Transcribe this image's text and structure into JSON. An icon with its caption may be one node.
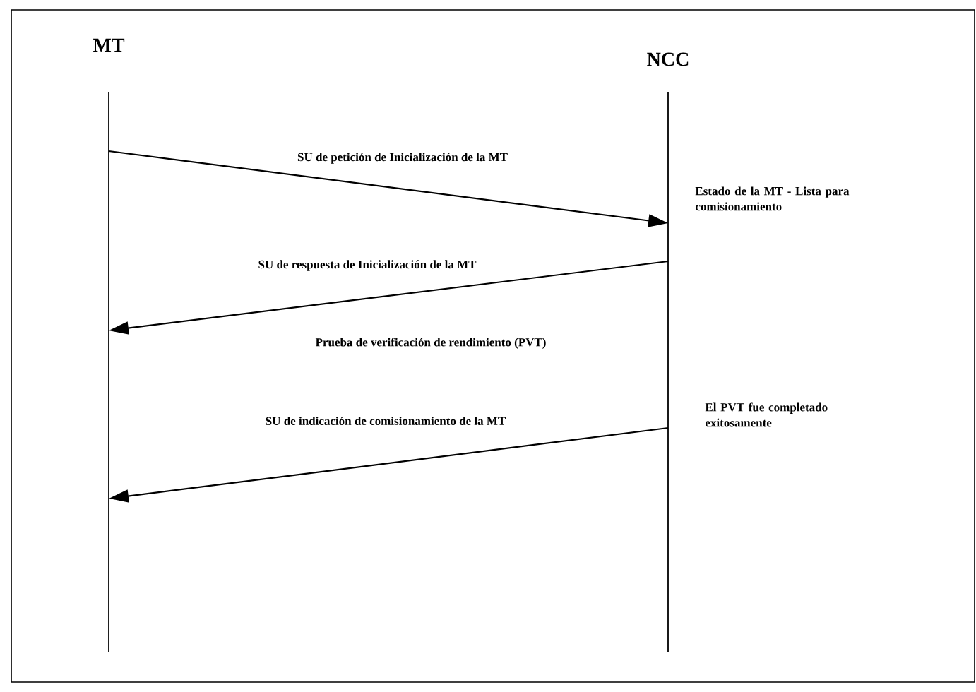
{
  "diagram": {
    "nodes": [
      {
        "text": [
          "MT"
        ]
      },
      {
        "text": [
          "NCC"
        ]
      }
    ],
    "edges": [
      {
        "from": 0,
        "to": 1,
        "arrow": "to",
        "label": "SU de petición de Inicialización de la MT"
      },
      {
        "from": 1,
        "to": 0,
        "arrow": "to",
        "label": "SU de respuesta de Inicialización de la MT"
      },
      {
        "from": 1,
        "to": 0,
        "arrow": "to",
        "label": "SU de indicación de comisionamiento de la MT"
      }
    ],
    "labels": [
      "Estado de la MT - Lista para comisionamiento",
      "Prueba de verificación de rendimiento (PVT)",
      "El PVT fue completado exitosamente"
    ]
  }
}
